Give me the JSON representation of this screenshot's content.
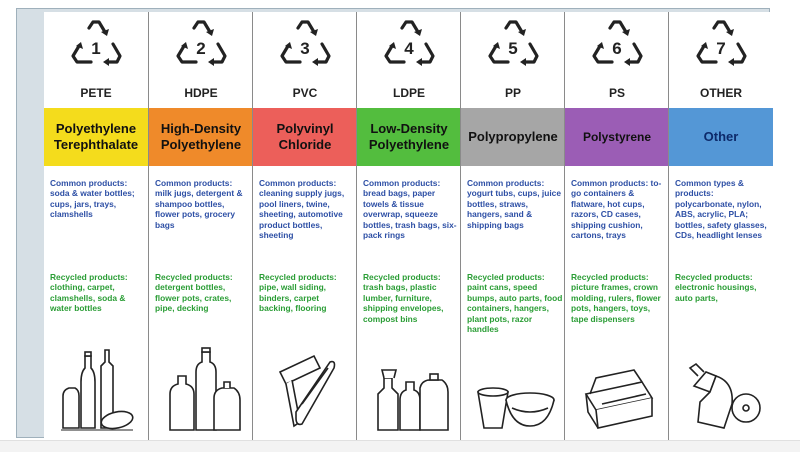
{
  "columns": [
    {
      "num": "1",
      "code": "PETE",
      "name": "Polyethylene Terephthalate",
      "color": "#f4dc1c",
      "common": "Common products: soda & water bottles; cups, jars, trays, clamshells",
      "recycled": "Recycled products: clothing, carpet, clamshells, soda & water bottles",
      "illustration": "bottles-icon"
    },
    {
      "num": "2",
      "code": "HDPE",
      "name": "High-Density Polyethylene",
      "color": "#ef8a2a",
      "common": "Common products: milk jugs, detergent & shampoo bottles, flower pots, grocery bags",
      "recycled": "Recycled products: detergent bottles, flower pots, crates, pipe, decking",
      "illustration": "jugs-icon"
    },
    {
      "num": "3",
      "code": "PVC",
      "name": "Polyvinyl Chloride",
      "color": "#ec5f5a",
      "common": "Common products: cleaning supply jugs, pool liners, twine, sheeting, automotive product bottles, sheeting",
      "recycled": "Recycled products: pipe, wall siding, binders, carpet backing, flooring",
      "illustration": "pipe-icon"
    },
    {
      "num": "4",
      "code": "LDPE",
      "name": "Low-Density Polyethylene",
      "color": "#53bd3e",
      "common": "Common products: bread bags, paper towels & tissue overwrap, squeeze bottles, trash bags, six-pack rings",
      "recycled": "Recycled products: trash bags, plastic lumber, furniture, shipping envelopes, compost bins",
      "illustration": "spray-bottles-icon"
    },
    {
      "num": "5",
      "code": "PP",
      "name": "Polypropylene",
      "color": "#a6a6a6",
      "common": "Common products: yogurt tubs, cups, juice bottles, straws, hangers, sand & shipping bags",
      "recycled": "Recycled products: paint cans, speed bumps, auto parts, food containers, hangers, plant pots, razor handles",
      "illustration": "cup-bowl-icon"
    },
    {
      "num": "6",
      "code": "PS",
      "name": "Polystyrene",
      "color": "#9b5db5",
      "common": "Common products: to-go containers & flatware, hot cups, razors, CD cases, shipping cushion, cartons, trays",
      "recycled": "Recycled products: picture frames, crown molding, rulers, flower pots, hangers, toys, tape dispensers",
      "illustration": "clamshell-icon"
    },
    {
      "num": "7",
      "code": "OTHER",
      "name": "Other",
      "color": "#5497d6",
      "common": "Common types & products: polycarbonate, nylon, ABS, acrylic, PLA; bottles, safety glasses, CDs, headlight lenses",
      "recycled": "Recycled products: electronic housings, auto parts,",
      "illustration": "disc-bottle-icon"
    }
  ]
}
